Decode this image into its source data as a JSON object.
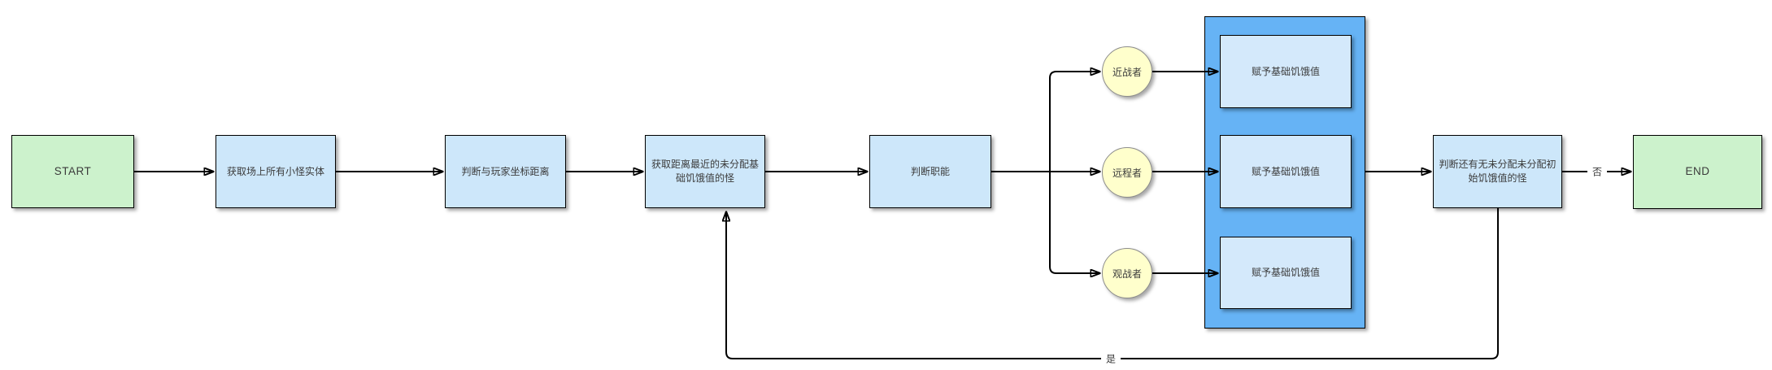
{
  "nodes": {
    "start": "START",
    "get_monsters": "获取场上所有小怪实体",
    "judge_distance": "判断与玩家坐标距离",
    "get_nearest": "获取距离最近的未分配基础饥饿值的怪",
    "judge_role": "判断职能",
    "melee": "近战者",
    "ranged": "远程者",
    "spectator": "观战者",
    "assign_melee": "赋予基础饥饿值",
    "assign_ranged": "赋予基础饥饿值",
    "assign_spectator": "赋予基础饥饿值",
    "judge_remaining": "判断还有无未分配未分配初始饥饿值的怪",
    "end": "END"
  },
  "edge_labels": {
    "no": "否",
    "yes": "是"
  },
  "colors": {
    "terminal_fill": "#ccf2cc",
    "process_fill": "#cde7fa",
    "inner_fill": "#d4e9fb",
    "container_fill": "#66b3f5",
    "circle_fill": "#ffffcc",
    "circle_stroke": "#8c8c8c",
    "edge_color": "#000000",
    "text_color": "#3b3b3b"
  }
}
